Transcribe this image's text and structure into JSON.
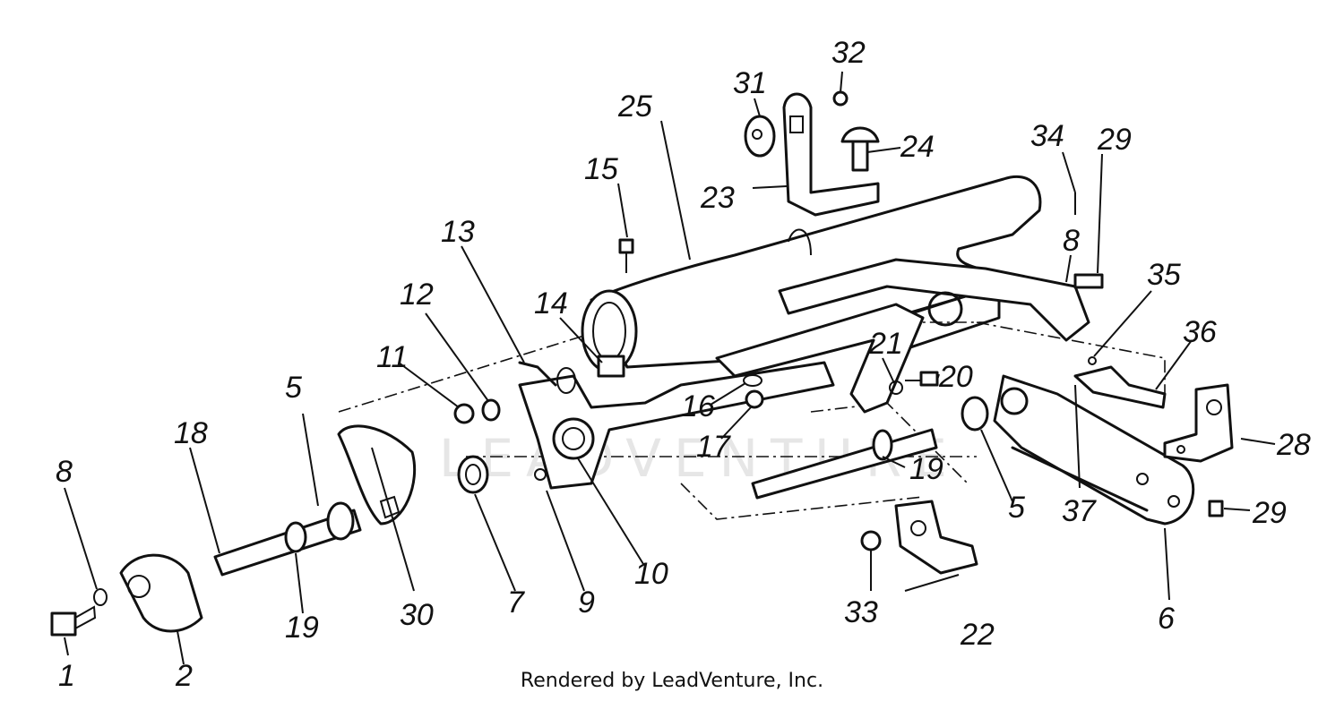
{
  "diagram": {
    "callouts": [
      "1",
      "2",
      "5",
      "5",
      "6",
      "7",
      "8",
      "8",
      "9",
      "10",
      "11",
      "12",
      "13",
      "14",
      "15",
      "16",
      "17",
      "18",
      "19",
      "19",
      "20",
      "21",
      "22",
      "23",
      "24",
      "25",
      "28",
      "29",
      "29",
      "30",
      "31",
      "32",
      "33",
      "34",
      "35",
      "36",
      "37"
    ]
  },
  "watermark": "LEADVENTURE",
  "footer": {
    "credit": "Rendered by LeadVenture, Inc."
  }
}
